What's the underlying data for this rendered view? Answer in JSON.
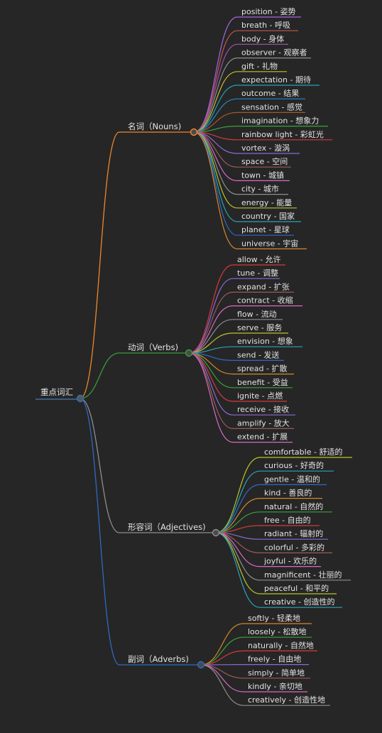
{
  "root": {
    "label": "重点词汇",
    "color": "#3f6f9c"
  },
  "branches": [
    {
      "label": "名词（Nouns)",
      "color": "#f0872a",
      "items": [
        {
          "text": "position - 姿势",
          "color": "#a366e6"
        },
        {
          "text": "breath - 呼吸",
          "color": "#c45656"
        },
        {
          "text": "body - 身体",
          "color": "#9b4fa8"
        },
        {
          "text": "observer - 观察者",
          "color": "#8e8e8e"
        },
        {
          "text": "gift - 礼物",
          "color": "#c4bf2a"
        },
        {
          "text": "expectation - 期待",
          "color": "#21a3b8"
        },
        {
          "text": "outcome - 结果",
          "color": "#2d86c4"
        },
        {
          "text": "sensation - 感觉",
          "color": "#a35a25"
        },
        {
          "text": "imagination - 想象力",
          "color": "#3aa33a"
        },
        {
          "text": "rainbow light - 彩虹光",
          "color": "#d63a3a"
        },
        {
          "text": "vortex - 漩涡",
          "color": "#8a6ad6"
        },
        {
          "text": "space - 空间",
          "color": "#9c5a5a"
        },
        {
          "text": "town - 城镇",
          "color": "#d66ac4"
        },
        {
          "text": "city - 城市",
          "color": "#8e8e8e"
        },
        {
          "text": "energy - 能量",
          "color": "#b8c42a"
        },
        {
          "text": "country - 国家",
          "color": "#2aa3b8"
        },
        {
          "text": "planet - 星球",
          "color": "#2d6ac4"
        },
        {
          "text": "universe - 宇宙",
          "color": "#d6872a"
        }
      ]
    },
    {
      "label": "动词（Verbs)",
      "color": "#3a9c3a",
      "items": [
        {
          "text": "allow - 允许",
          "color": "#d63a3a"
        },
        {
          "text": "tune - 调整",
          "color": "#8a6ad6"
        },
        {
          "text": "expand - 扩张",
          "color": "#9c5a5a"
        },
        {
          "text": "contract - 收缩",
          "color": "#d66ac4"
        },
        {
          "text": "flow - 流动",
          "color": "#8e8e8e"
        },
        {
          "text": "serve - 服务",
          "color": "#b8c42a"
        },
        {
          "text": "envision - 想象",
          "color": "#2aa3b8"
        },
        {
          "text": "send - 发送",
          "color": "#2d6ac4"
        },
        {
          "text": "spread - 扩散",
          "color": "#d6872a"
        },
        {
          "text": "benefit - 受益",
          "color": "#3aa33a"
        },
        {
          "text": "ignite - 点燃",
          "color": "#d63a3a"
        },
        {
          "text": "receive - 接收",
          "color": "#8a6ad6"
        },
        {
          "text": "amplify - 放大",
          "color": "#9c5a5a"
        },
        {
          "text": "extend - 扩展",
          "color": "#d66ac4"
        }
      ]
    },
    {
      "label": "形容词（Adjectives)",
      "color": "#8e8e8e",
      "items": [
        {
          "text": "comfortable - 舒适的",
          "color": "#b8c42a"
        },
        {
          "text": "curious - 好奇的",
          "color": "#2aa3b8"
        },
        {
          "text": "gentle - 温和的",
          "color": "#2d6ac4"
        },
        {
          "text": "kind - 善良的",
          "color": "#d6872a"
        },
        {
          "text": "natural - 自然的",
          "color": "#3aa33a"
        },
        {
          "text": "free - 自由的",
          "color": "#d63a3a"
        },
        {
          "text": "radiant - 辐射的",
          "color": "#8a6ad6"
        },
        {
          "text": "colorful - 多彩的",
          "color": "#9c5a5a"
        },
        {
          "text": "joyful - 欢乐的",
          "color": "#d66ac4"
        },
        {
          "text": "magnificent - 壮丽的",
          "color": "#8e8e8e"
        },
        {
          "text": "peaceful - 和平的",
          "color": "#b8c42a"
        },
        {
          "text": "creative - 创造性的",
          "color": "#2aa3b8"
        }
      ]
    },
    {
      "label": "副词（Adverbs)",
      "color": "#2d6ac4",
      "items": [
        {
          "text": "softly - 轻柔地",
          "color": "#d6872a"
        },
        {
          "text": "loosely - 松散地",
          "color": "#3aa33a"
        },
        {
          "text": "naturally - 自然地",
          "color": "#d63a3a"
        },
        {
          "text": "freely - 自由地",
          "color": "#8a6ad6"
        },
        {
          "text": "simply - 简单地",
          "color": "#9c5a5a"
        },
        {
          "text": "kindly - 亲切地",
          "color": "#d66ac4"
        },
        {
          "text": "creatively - 创造性地",
          "color": "#8e8e8e"
        }
      ]
    }
  ]
}
